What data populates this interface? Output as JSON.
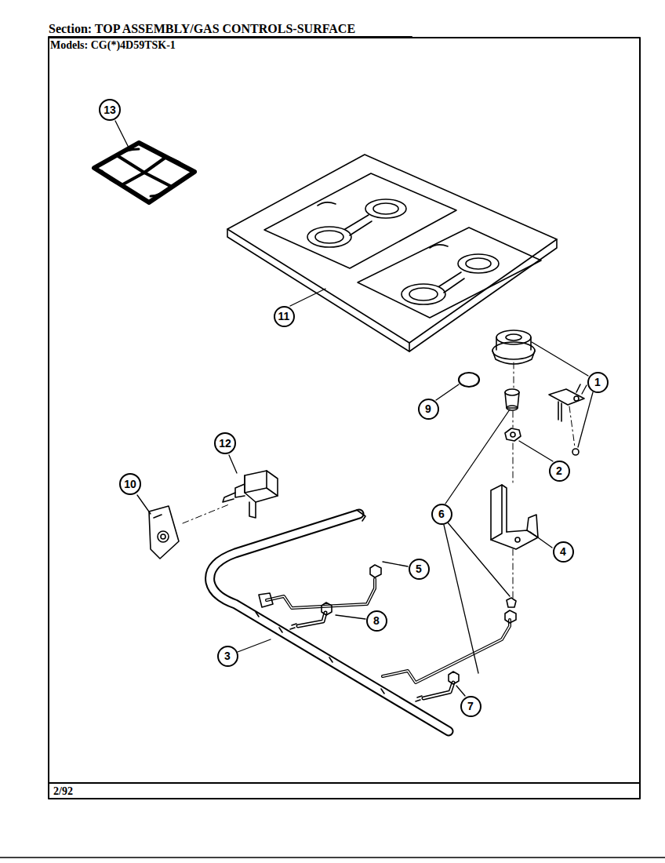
{
  "diagram": {
    "title": "Section: TOP ASSEMBLY/GAS CONTROLS-SURFACE",
    "nodes": [
      {
        "text": [
          "13"
        ]
      },
      {
        "text": [
          "11"
        ]
      },
      {
        "text": [
          "1"
        ]
      },
      {
        "text": [
          "9"
        ]
      },
      {
        "text": [
          "12"
        ]
      },
      {
        "text": [
          "6"
        ]
      },
      {
        "text": [
          "2"
        ]
      },
      {
        "text": [
          "10"
        ]
      },
      {
        "text": [
          "4"
        ]
      },
      {
        "text": [
          "5"
        ]
      },
      {
        "text": [
          "8"
        ]
      },
      {
        "text": [
          "3"
        ]
      },
      {
        "text": [
          "7"
        ]
      }
    ],
    "labels": [
      "Models: CG(*)4D59TSK-1",
      "2/92"
    ]
  }
}
